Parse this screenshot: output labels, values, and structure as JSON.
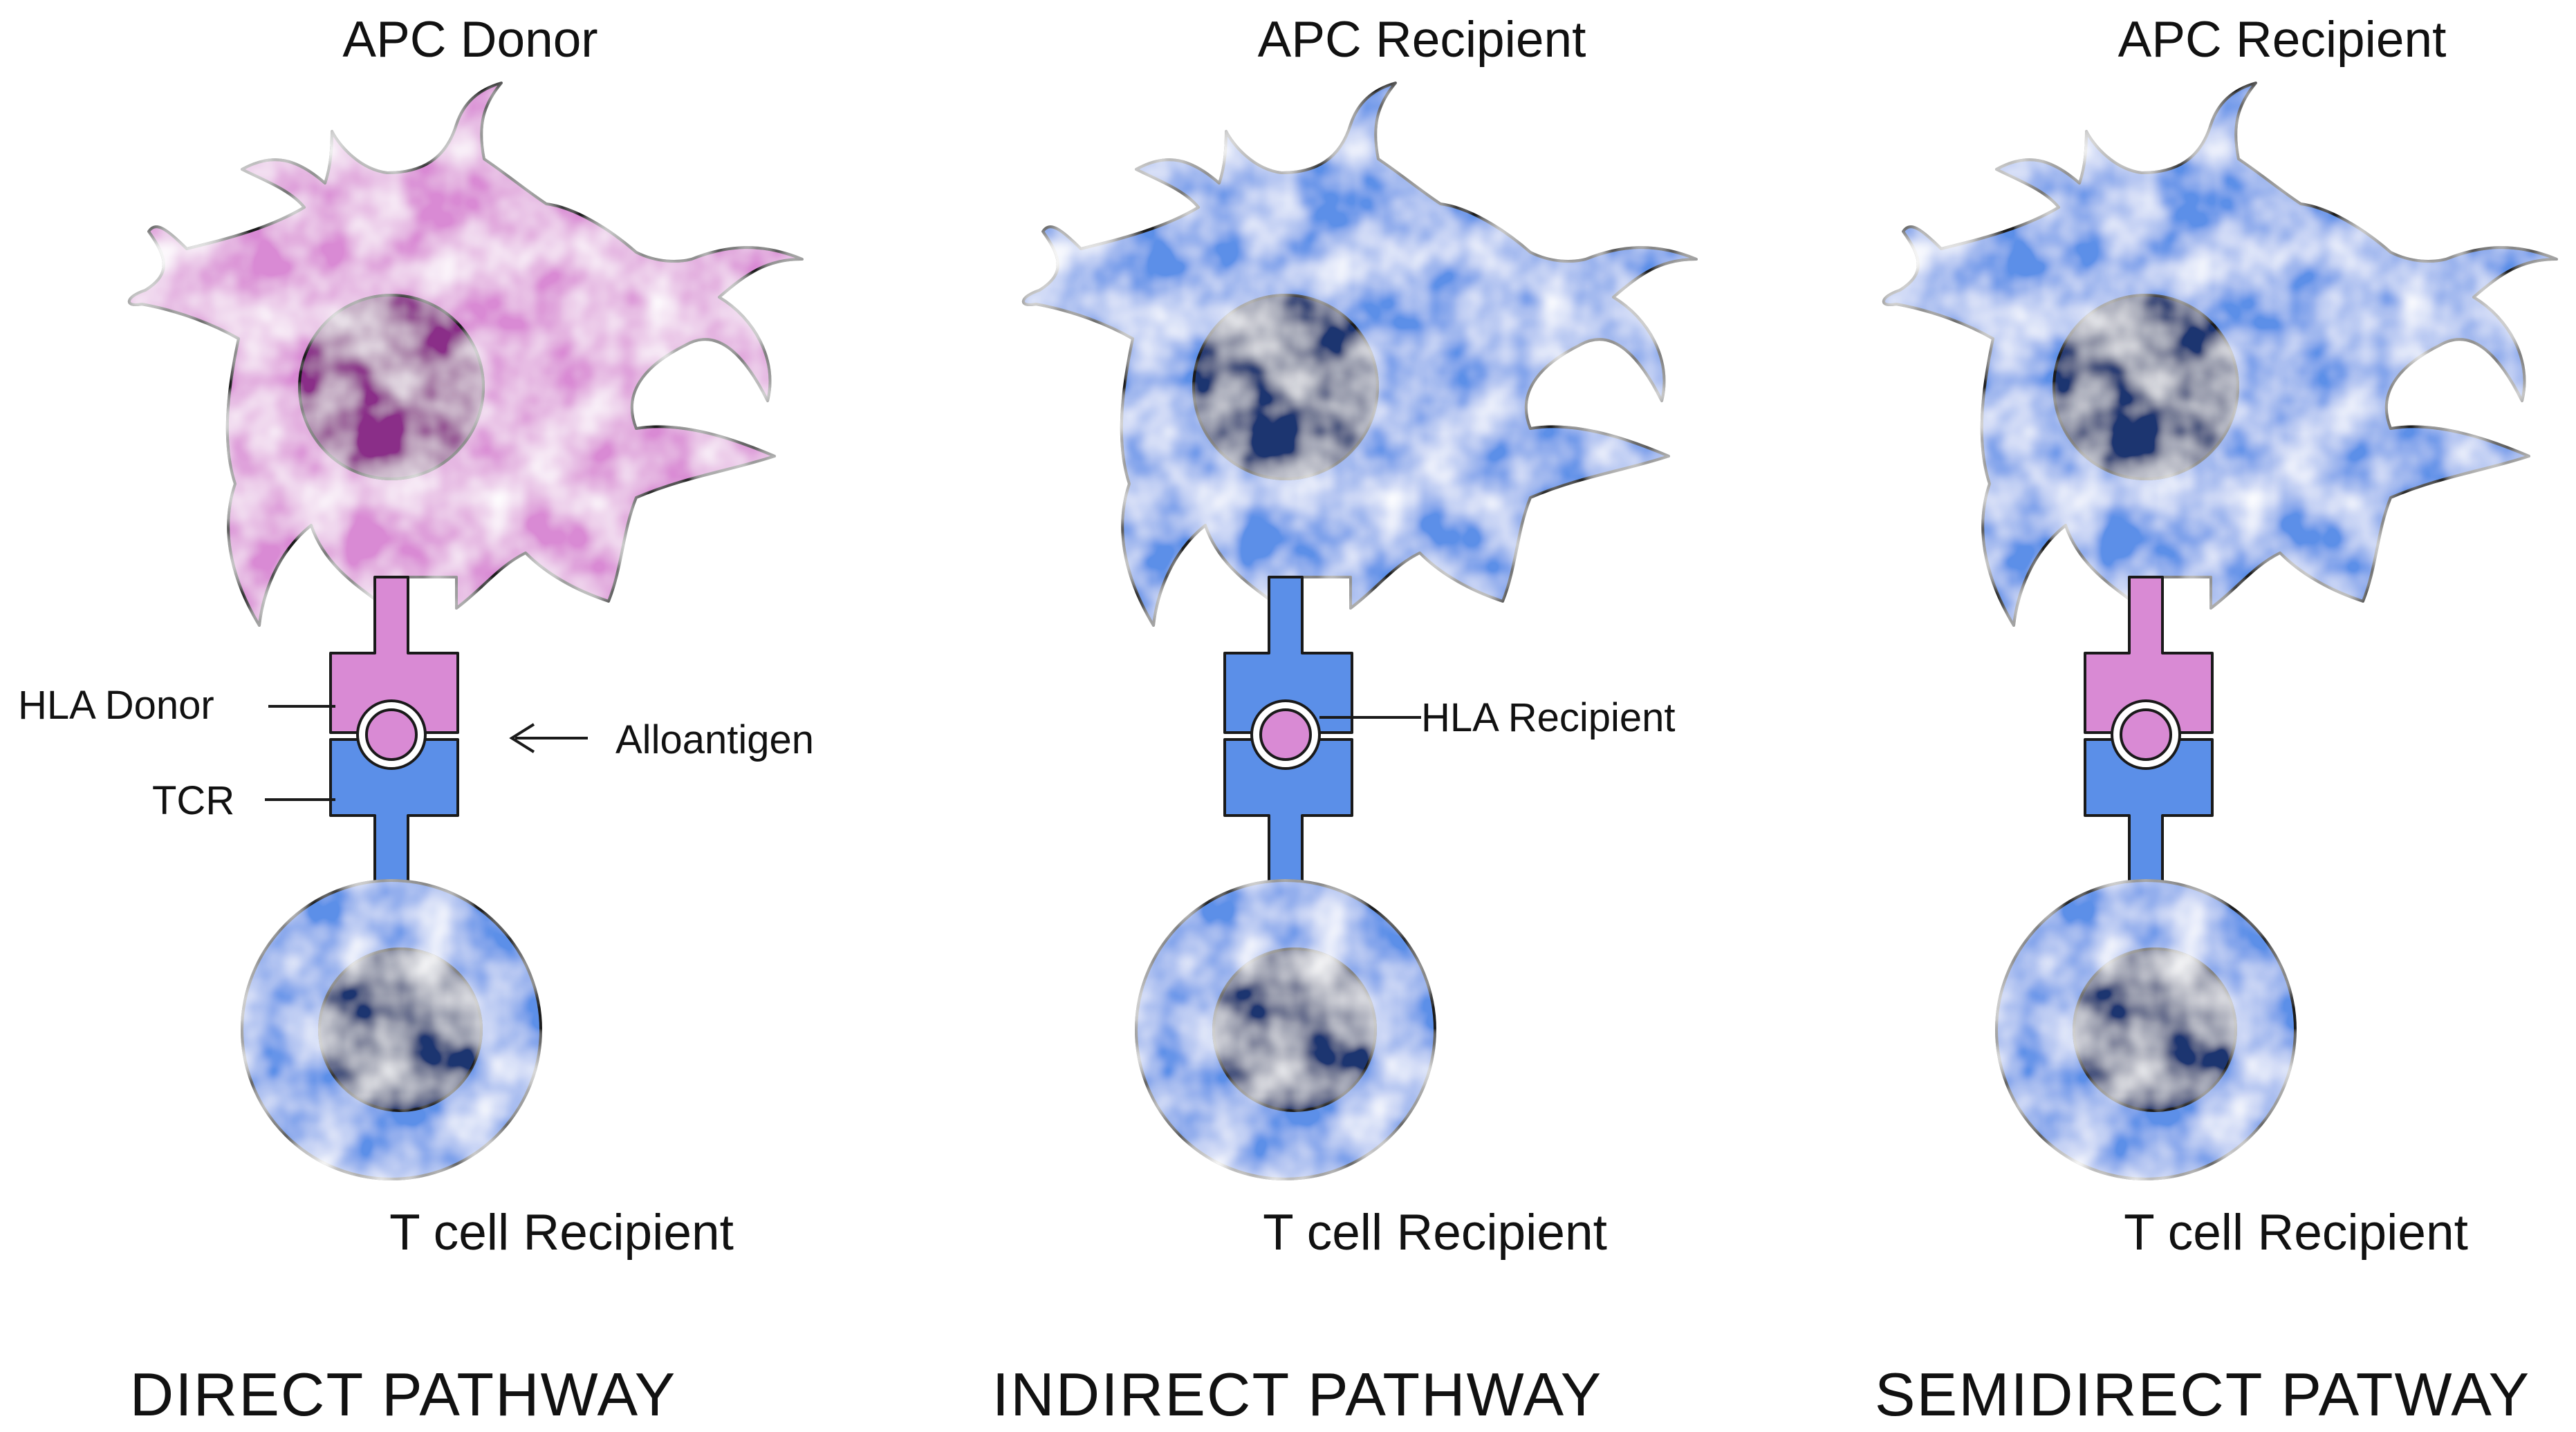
{
  "colors": {
    "donor": "#d98ad4",
    "donor_nucleus": "#8a2f88",
    "recipient": "#5b8fe8",
    "recipient_nucleus": "#1b3470",
    "outline": "#1a1a1a"
  },
  "panels": [
    {
      "apc_label": "APC Donor",
      "apc_color": "donor",
      "mhc_color": "donor",
      "tcell_label": "T cell Recipient",
      "pathway_label": "DIRECT PATHWAY"
    },
    {
      "apc_label": "APC Recipient",
      "apc_color": "recipient",
      "mhc_color": "recipient",
      "tcell_label": "T cell Recipient",
      "pathway_label": "INDIRECT PATHWAY"
    },
    {
      "apc_label": "APC Recipient",
      "apc_color": "recipient",
      "mhc_color": "donor",
      "tcell_label": "T cell Recipient",
      "pathway_label": "SEMIDIRECT PATWAY"
    }
  ],
  "annotations": {
    "hla_donor": "HLA Donor",
    "tcr": "TCR",
    "alloantigen": "Alloantigen",
    "hla_recipient": "HLA Recipient"
  }
}
